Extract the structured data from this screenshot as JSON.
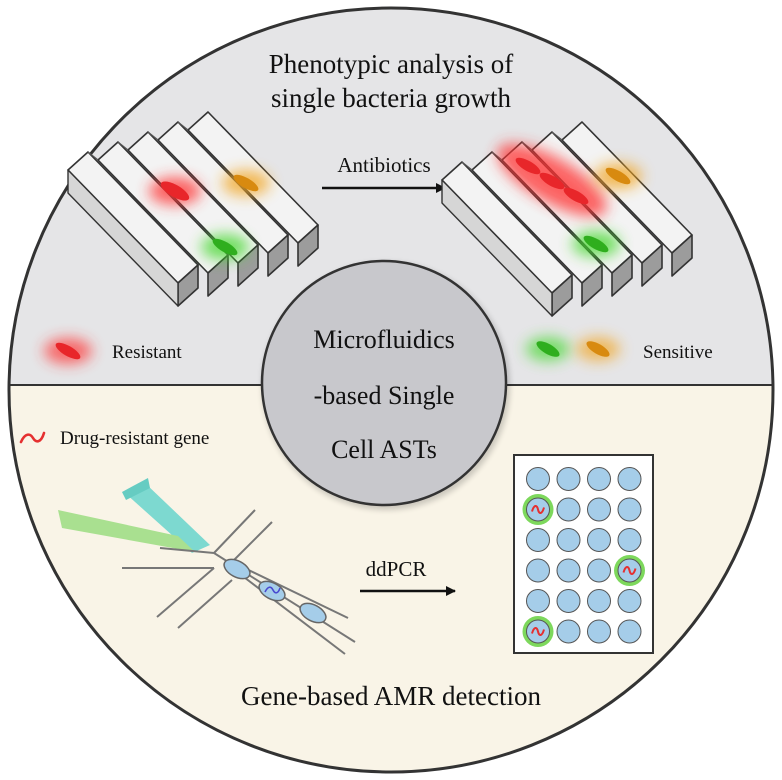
{
  "top_panel": {
    "title_line1": "Phenotypic analysis of",
    "title_line2": "single bacteria growth",
    "arrow_label": "Antibiotics",
    "legend_resistant": "Resistant",
    "legend_sensitive": "Sensitive"
  },
  "center": {
    "line1": "Microfluidics",
    "line2": "-based Single",
    "line3": "Cell ASTs"
  },
  "bottom_panel": {
    "legend_gene": "Drug-resistant gene",
    "arrow_label": "ddPCR",
    "title": "Gene-based AMR detection"
  },
  "colors": {
    "top_bg": "#e5e5e7",
    "bottom_bg": "#f9f4e7",
    "center_fill": "#c8c8cc",
    "resistant": "#e8262a",
    "sensitive_green": "#44cc2e",
    "sensitive_orange": "#e8a020",
    "droplet": "#a5cde9",
    "channel_cyan": "#7dd9d0",
    "channel_green": "#a9e090",
    "gene": "#e53030"
  },
  "droplet_grid": {
    "rows": 6,
    "cols": 4,
    "positive_cells": [
      [
        1,
        0
      ],
      [
        3,
        3
      ],
      [
        5,
        0
      ]
    ]
  }
}
